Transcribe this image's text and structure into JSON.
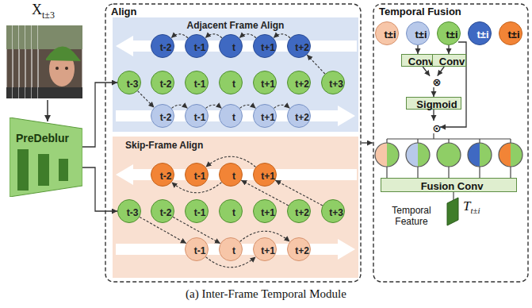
{
  "diagram": {
    "caption": "(a) Inter-Frame Temporal Module",
    "nodes": [
      {
        "text": [
          "PreDeblur"
        ]
      },
      {
        "text": [
          "Align"
        ]
      },
      {
        "text": [
          "Adjacent Frame Align"
        ],
        "in": 1
      },
      {
        "text": [
          "t-2"
        ],
        "in": 2
      },
      {
        "text": [
          "t-1"
        ],
        "in": 2
      },
      {
        "text": [
          "t"
        ],
        "in": 2
      },
      {
        "text": [
          "t+1"
        ],
        "in": 2
      },
      {
        "text": [
          "t+2"
        ],
        "in": 2
      },
      {
        "text": [
          "t-3"
        ],
        "in": 2
      },
      {
        "text": [
          "t-2"
        ],
        "in": 2
      },
      {
        "text": [
          "t-1"
        ],
        "in": 2
      },
      {
        "text": [
          "t"
        ],
        "in": 2
      },
      {
        "text": [
          "t+1"
        ],
        "in": 2
      },
      {
        "text": [
          "t+2"
        ],
        "in": 2
      },
      {
        "text": [
          "t+3"
        ],
        "in": 2
      },
      {
        "text": [
          "t-2"
        ],
        "in": 2
      },
      {
        "text": [
          "t-1"
        ],
        "in": 2
      },
      {
        "text": [
          "t"
        ],
        "in": 2
      },
      {
        "text": [
          "t+1"
        ],
        "in": 2
      },
      {
        "text": [
          "t+2"
        ],
        "in": 2
      },
      {
        "text": [
          "Skip-Frame Align"
        ],
        "in": 1
      },
      {
        "text": [
          "t-2"
        ],
        "in": 20
      },
      {
        "text": [
          "t-1"
        ],
        "in": 20
      },
      {
        "text": [
          "t"
        ],
        "in": 20
      },
      {
        "text": [
          "t+1"
        ],
        "in": 20
      },
      {
        "text": [
          "t-3"
        ],
        "in": 20
      },
      {
        "text": [
          "t-2"
        ],
        "in": 20
      },
      {
        "text": [
          "t-1"
        ],
        "in": 20
      },
      {
        "text": [
          "t"
        ],
        "in": 20
      },
      {
        "text": [
          "t+1"
        ],
        "in": 20
      },
      {
        "text": [
          "t+2"
        ],
        "in": 20
      },
      {
        "text": [
          "t+3"
        ],
        "in": 20
      },
      {
        "text": [
          "t-1"
        ],
        "in": 20
      },
      {
        "text": [
          "t"
        ],
        "in": 20
      },
      {
        "text": [
          "t+1"
        ],
        "in": 20
      },
      {
        "text": [
          "t+2"
        ],
        "in": 20
      },
      {
        "text": [
          "Temporal Fusion"
        ]
      },
      {
        "text": [
          "t±i"
        ],
        "in": 36
      },
      {
        "text": [
          "t±i"
        ],
        "in": 36
      },
      {
        "text": [
          "t±i"
        ],
        "in": 36
      },
      {
        "text": [
          "t±i"
        ],
        "in": 36
      },
      {
        "text": [
          "t±i"
        ],
        "in": 36
      },
      {
        "text": [
          "Conv"
        ],
        "in": 36
      },
      {
        "text": [
          "Conv"
        ],
        "in": 36
      },
      {
        "text": [
          "⊗"
        ],
        "in": 36
      },
      {
        "text": [
          "Sigmoid"
        ],
        "in": 36
      },
      {
        "text": [
          "⊙"
        ],
        "in": 36
      },
      {
        "text": [
          "Fusion Conv"
        ],
        "in": 36
      }
    ],
    "edges": [
      {
        "from": 0,
        "to": 8,
        "arrow": "to"
      },
      {
        "from": 0,
        "to": 25,
        "arrow": "to"
      },
      {
        "from": 14,
        "to": 7,
        "arrow": "to"
      },
      {
        "from": 7,
        "to": 6,
        "arrow": "to"
      },
      {
        "from": 6,
        "to": 5,
        "arrow": "to"
      },
      {
        "from": 5,
        "to": 4,
        "arrow": "to"
      },
      {
        "from": 4,
        "to": 3,
        "arrow": "to"
      },
      {
        "from": 8,
        "to": 15,
        "arrow": "to"
      },
      {
        "from": 15,
        "to": 16,
        "arrow": "to"
      },
      {
        "from": 16,
        "to": 17,
        "arrow": "to"
      },
      {
        "from": 17,
        "to": 18,
        "arrow": "to"
      },
      {
        "from": 18,
        "to": 19,
        "arrow": "to"
      },
      {
        "from": 31,
        "to": 24,
        "arrow": "to"
      },
      {
        "from": 30,
        "to": 23,
        "arrow": "to"
      },
      {
        "from": 24,
        "to": 22,
        "arrow": "to"
      },
      {
        "from": 23,
        "to": 21,
        "arrow": "to"
      },
      {
        "from": 25,
        "to": 32,
        "arrow": "to"
      },
      {
        "from": 26,
        "to": 33,
        "arrow": "to"
      },
      {
        "from": 32,
        "to": 34,
        "arrow": "to"
      },
      {
        "from": 33,
        "to": 35,
        "arrow": "to"
      },
      {
        "from": 1,
        "to": 36,
        "arrow": "to"
      },
      {
        "from": 38,
        "to": 42,
        "arrow": "to"
      },
      {
        "from": 39,
        "to": 43,
        "arrow": "to"
      },
      {
        "from": 42,
        "to": 44,
        "arrow": "to"
      },
      {
        "from": 43,
        "to": 44,
        "arrow": "to"
      },
      {
        "from": 44,
        "to": 45,
        "arrow": "to"
      },
      {
        "from": 45,
        "to": 46,
        "arrow": "to"
      },
      {
        "from": 39,
        "to": 46,
        "arrow": "to"
      }
    ],
    "labels": [
      "X",
      "t±3",
      "Temporal Feature",
      "T",
      "t±i"
    ]
  }
}
